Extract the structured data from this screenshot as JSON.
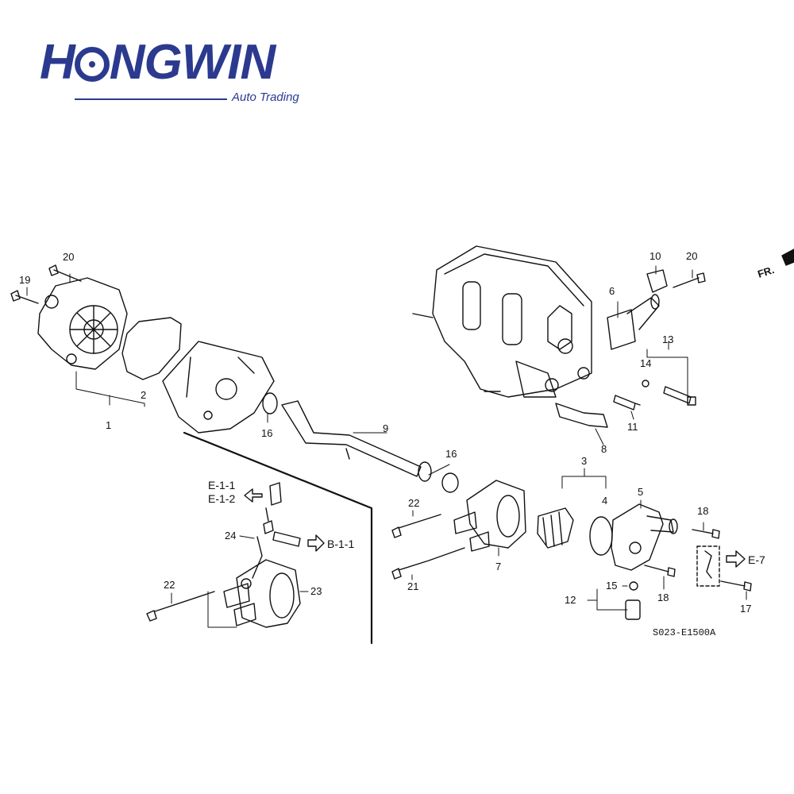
{
  "logo": {
    "main": "HONGWIN",
    "sub": "Auto Trading",
    "color": "#2b3a8f"
  },
  "orientation": "FR.",
  "diagram_code": "S023-E1500A",
  "refs": {
    "e11": "E-1-1",
    "e12": "E-1-2",
    "b11": "B-1-1",
    "e7": "E-7"
  },
  "callouts": {
    "c1": "1",
    "c2": "2",
    "c3": "3",
    "c4": "4",
    "c5": "5",
    "c6": "6",
    "c7": "7",
    "c8": "8",
    "c9": "9",
    "c10": "10",
    "c11": "11",
    "c12": "12",
    "c13": "13",
    "c14": "14",
    "c15": "15",
    "c16a": "16",
    "c16b": "16",
    "c17": "17",
    "c18a": "18",
    "c18b": "18",
    "c19": "19",
    "c20a": "20",
    "c20b": "20",
    "c21": "21",
    "c22a": "22",
    "c22b": "22",
    "c23": "23",
    "c24": "24"
  }
}
